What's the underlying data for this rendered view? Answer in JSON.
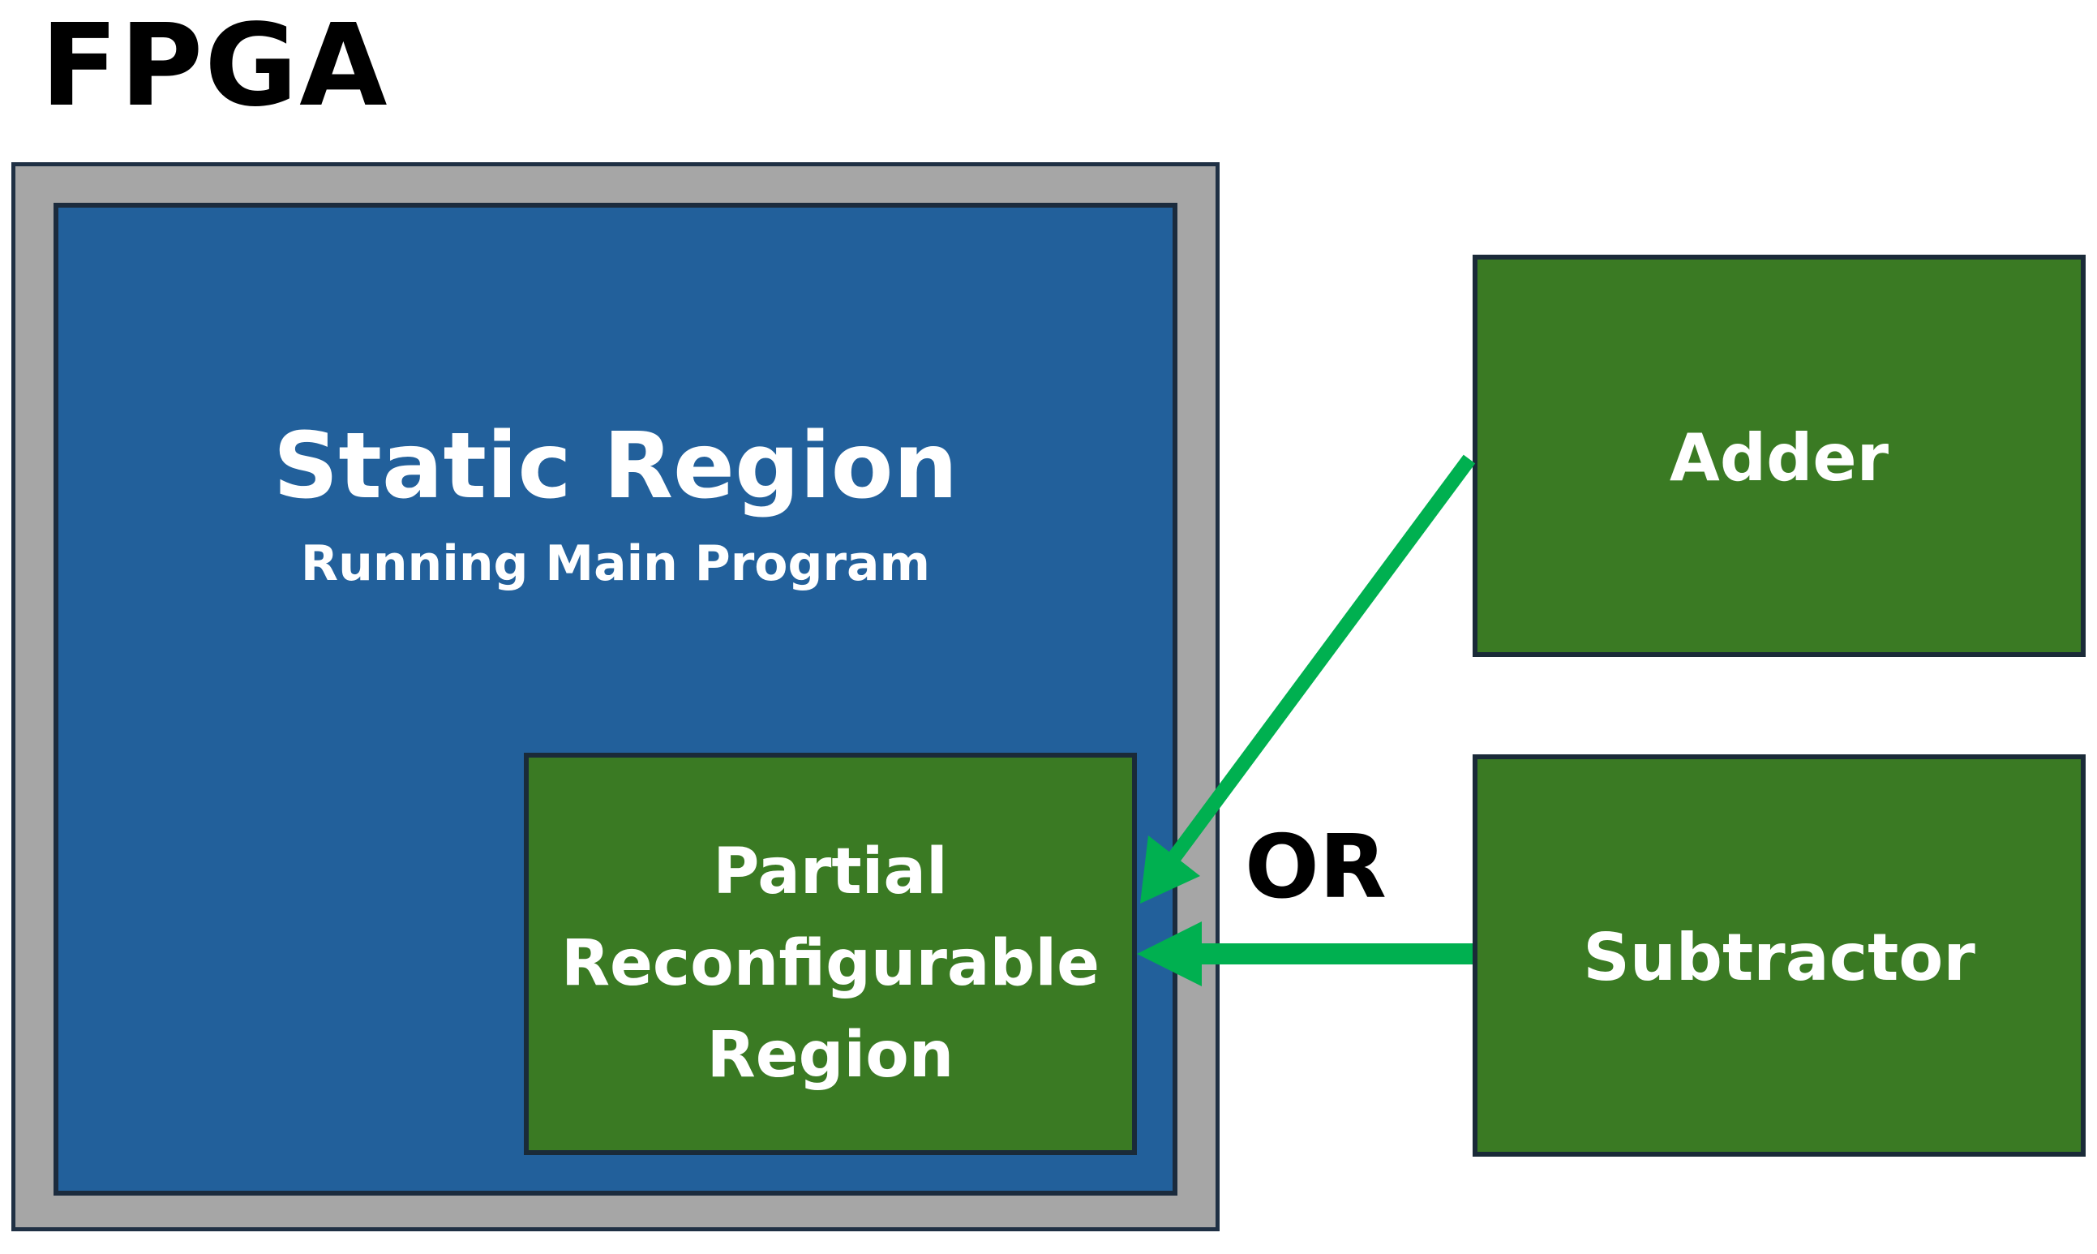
{
  "title": "FPGA",
  "static_region": {
    "title": "Static Region",
    "subtitle": "Running Main Program"
  },
  "partial_region": {
    "label": "Partial Reconfigurable Region"
  },
  "modules": {
    "adder": "Adder",
    "subtractor": "Subtractor"
  },
  "connector": "OR",
  "colors": {
    "static_region": "#22609b",
    "fpga_border": "#a6a6a6",
    "module_fill": "#3a7a23",
    "arrow": "#00b050"
  }
}
